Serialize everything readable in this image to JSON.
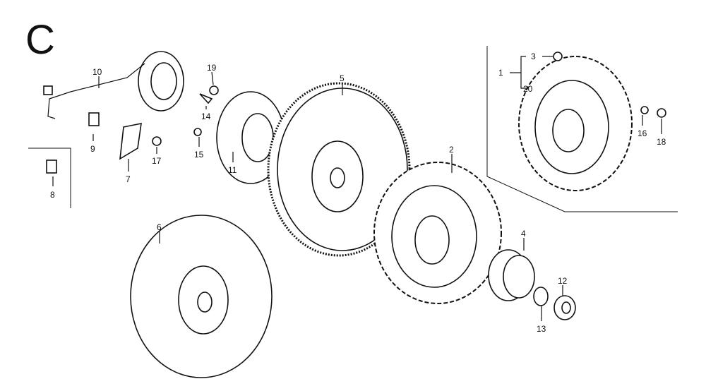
{
  "section_letter": "C",
  "callouts": {
    "p1": "1",
    "p2": "2",
    "p3": "3",
    "p4": "4",
    "p5": "5",
    "p6": "6",
    "p7": "7",
    "p8": "8",
    "p9": "9",
    "p10": "10",
    "p11": "11",
    "p12": "12",
    "p13": "13",
    "p14": "14",
    "p15": "15",
    "p16": "16",
    "p17": "17",
    "p18": "18",
    "p19": "19",
    "p20": "20"
  }
}
